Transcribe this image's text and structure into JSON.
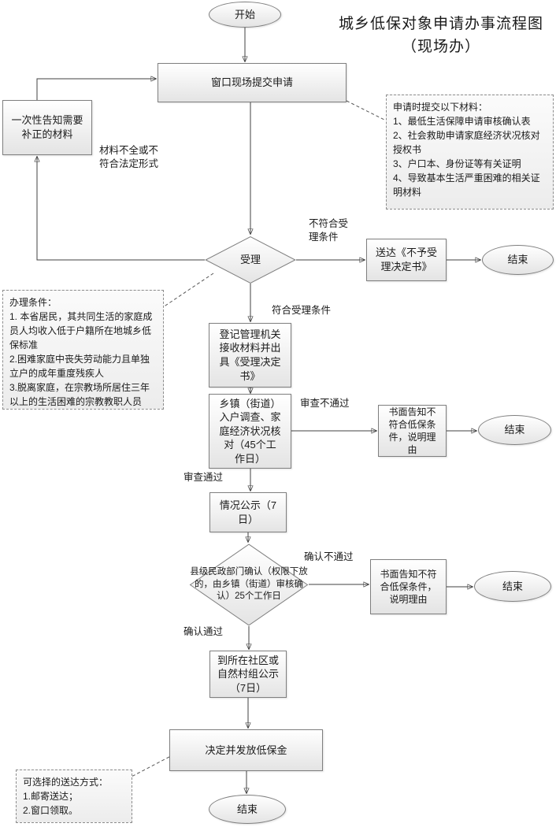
{
  "title": "城乡低保对象申请办事流程图\n（现场办）",
  "colors": {
    "background": "#ffffff",
    "node_border": "#7f7f7f",
    "node_fill_top": "#ffffff",
    "node_fill_bottom": "#e4e4e4",
    "connector": "#404040",
    "text": "#1a1a1a"
  },
  "nodes": {
    "start": "开始",
    "submit": "窗口现场提交申请",
    "notify_correction": "一次性告知需要补正的材料",
    "accept": "受理",
    "deliver_rejection": "送达《不予受理决定书》",
    "end1": "结束",
    "register": "登记管理机关接收材料并出具《受理决定书》",
    "survey": "乡镇（街道）入户调查、家庭经济状况核对（45个工作日）",
    "written_notice1": "书面告知不符合低保条件，说明理由",
    "end2": "结束",
    "publicity1": "情况公示（7日）",
    "confirm": "县级民政部门确认（权限下放的，由乡镇（街道）审核确认）25个工作日",
    "written_notice2": "书面告知不符合低保条件，说明理由",
    "end3": "结束",
    "publicity2": "到所在社区或自然村组公示（7日）",
    "decide": "决定并发放低保金",
    "end_final": "结束"
  },
  "edge_labels": {
    "incomplete": "材料不全或不符合法定形式",
    "not_meet": "不符合受理条件",
    "meet": "符合受理条件",
    "review_fail": "审查不通过",
    "review_pass": "审查通过",
    "confirm_fail": "确认不通过",
    "confirm_pass": "确认通过"
  },
  "annotations": {
    "materials": "申请时提交以下材料：\n1、最低生活保障申请审核确认表\n2、社会救助申请家庭经济状况核对授权书\n3、户口本、身份证等有关证明\n4、导致基本生活严重困难的相关证明材料",
    "conditions": "办理条件：\n1. 本省居民，其共同生活的家庭成员人均收入低于户籍所在地城乡低保标准\n2.困难家庭中丧失劳动能力且单独立户的成年重度残疾人\n3.脱离家庭，在宗教场所居住三年以上的生活困难的宗教教职人员",
    "delivery": "可选择的送达方式：\n1.邮寄送达；\n2.窗口领取。"
  }
}
